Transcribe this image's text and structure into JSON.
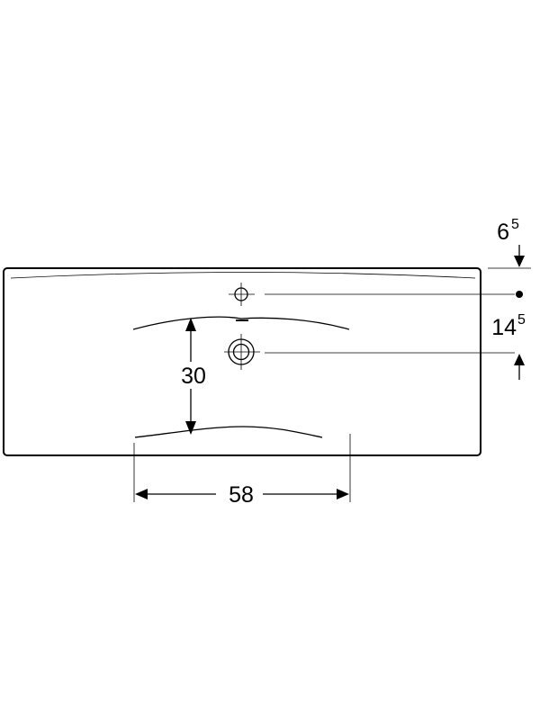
{
  "dimensions": {
    "width": "58",
    "depth": "30",
    "top_offset": {
      "main": "6",
      "sup": "5"
    },
    "hole_spacing": {
      "main": "14",
      "sup": "5"
    }
  }
}
